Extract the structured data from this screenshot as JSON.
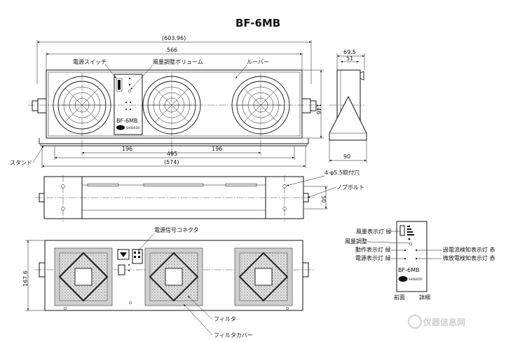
{
  "title": "BF-6MB",
  "front_view": {
    "labels": {
      "power_switch": "電源スイッチ",
      "airflow_volume": "風量調整ボリューム",
      "louver": "ルーバー",
      "stand": "スタンド"
    },
    "dims": {
      "overall": "(603.96)",
      "width": "566",
      "height": "146",
      "pitch_left": "196",
      "pitch_right": "196",
      "mount_pitch": "495",
      "base_length": "(574)"
    },
    "panel_model": "BF-6MB",
    "panel_brand": "SHISHIDO"
  },
  "side_view": {
    "dims": {
      "top_outer": "69.5",
      "top_inner": "51",
      "depth": "90"
    }
  },
  "top_view": {
    "labels": {
      "mount_holes": "4-φ5.5取付穴",
      "knob_bolt": "ノブボルト"
    },
    "dims": {
      "depth": "50"
    }
  },
  "rear_view": {
    "labels": {
      "power_connector": "電源信号コネクタ",
      "filter": "フィルタ",
      "filter_cover": "フィルタカバー"
    },
    "dims": {
      "height": "167.6"
    }
  },
  "detail_panel": {
    "left_labels": {
      "airflow_indicator": "風量表示灯 緑",
      "airflow_adjust": "風量調整",
      "operation_indicator": "動作表示灯 緑",
      "power_indicator": "電源表示灯 緑"
    },
    "right_labels": {
      "overcurrent_indicator": "過電流検知表示灯 赤",
      "discharge_indicator": "微放電検知表示灯 赤"
    },
    "model": "BF-6MB",
    "brand": "SHISHIDO",
    "caption_front": "前面",
    "caption_detail": "詳細"
  },
  "watermark": "仪器信息网"
}
